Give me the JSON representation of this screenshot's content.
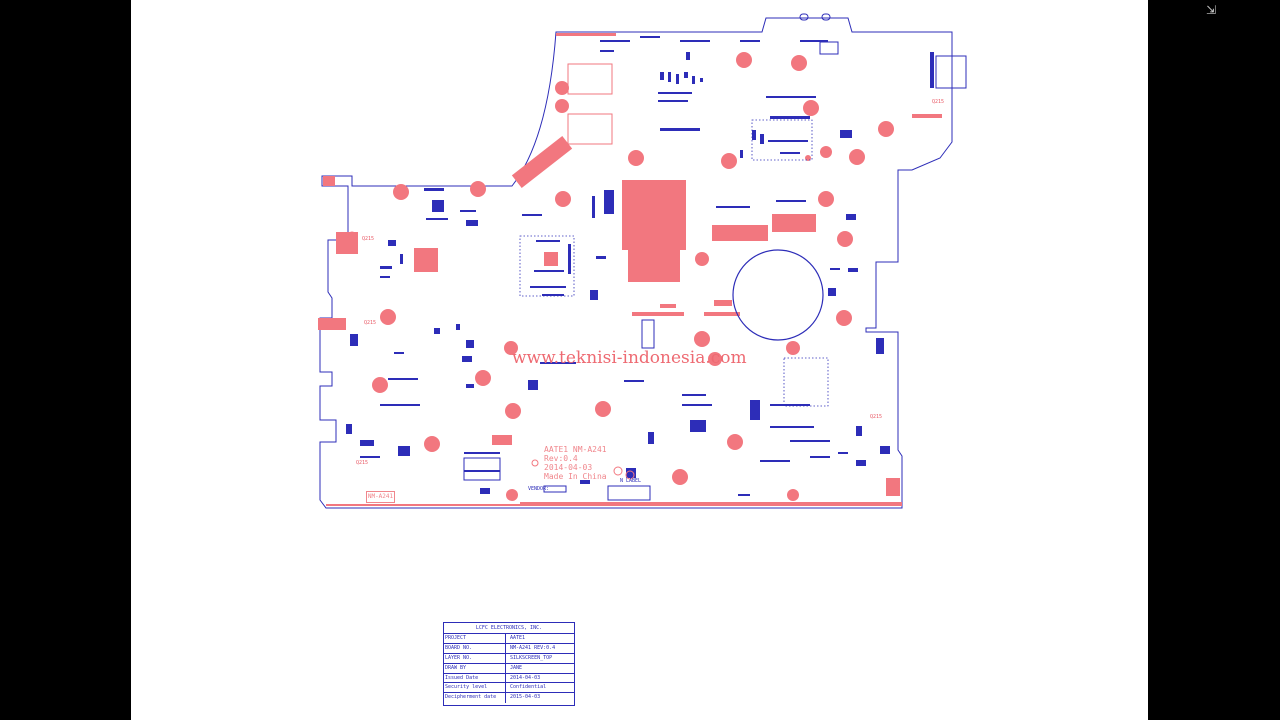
{
  "viewer": {
    "exit_fullscreen_icon": "exit-fullscreen-icon"
  },
  "board": {
    "watermark": "www.teknisi-indonesia.com",
    "silkscreen": {
      "line1": "AATE1 NM-A241",
      "line2": "Rev:0.4",
      "line3": "2014-04-03",
      "line4": "Made In China"
    },
    "corner_label": "NM-A241",
    "small_labels": {
      "a": "Q215",
      "b": "Q215",
      "c": "Q215",
      "d": "Q215",
      "e": "Q215",
      "vendor": "VENDOR:",
      "sticker": "N LABEL"
    }
  },
  "title_block": {
    "company": "LCFC ELECTRONICS, INC.",
    "rows": [
      {
        "key": "PROJECT",
        "value": "AATE1"
      },
      {
        "key": "BOARD NO.",
        "value": "NM-A241  REV:0.4"
      },
      {
        "key": "LAYER NO.",
        "value": "SILKSCREEN_TOP"
      },
      {
        "key": "DRAW BY",
        "value": "JANE"
      },
      {
        "key": "Issued  Date",
        "value": "2014-04-03"
      },
      {
        "key": "Security level",
        "value": "Confidential"
      },
      {
        "key": "Decipherment date",
        "value": "2015-04-03"
      }
    ]
  },
  "colors": {
    "outline": "#2d2db8",
    "copper": "#f2777f",
    "background": "#ffffff"
  }
}
